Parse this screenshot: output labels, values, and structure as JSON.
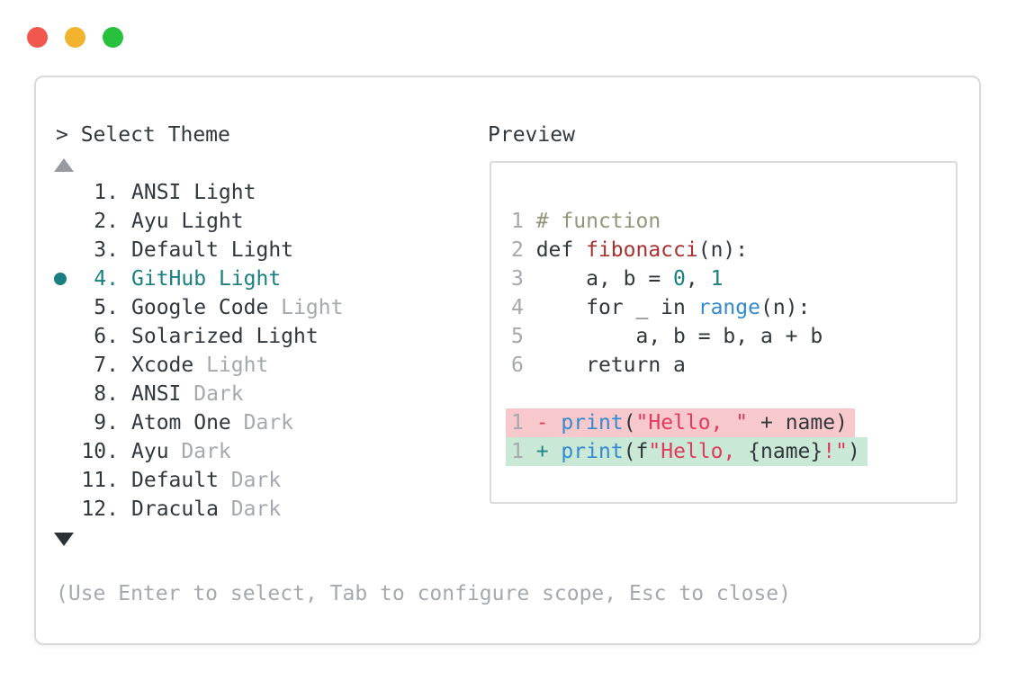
{
  "colors": {
    "traffic_red": "#f2574f",
    "traffic_yellow": "#f2b42e",
    "traffic_green": "#27c13e",
    "accent_teal": "#1a7f80",
    "text_dark": "#32373c",
    "text_muted": "#a5a9ad",
    "diff_removed_bg": "#f8c9cc",
    "diff_added_bg": "#c9e8d6",
    "syntax": {
      "comment": "#94967b",
      "function_red": "#a93130",
      "number_teal": "#1a7f80",
      "call_blue": "#338ace",
      "string_crimson": "#e23a5f",
      "diff_minus": "#d8435a",
      "diff_plus": "#1f8589",
      "line_number": "#a5a9ad",
      "code_dark": "#32373c"
    }
  },
  "picker": {
    "prompt": "> Select Theme",
    "scroll_up_icon": "triangle-up",
    "scroll_down_icon": "triangle-down",
    "items": [
      {
        "num": "1.",
        "name": "ANSI",
        "suffix": "Light",
        "muted_suffix": false,
        "selected": false
      },
      {
        "num": "2.",
        "name": "Ayu",
        "suffix": "Light",
        "muted_suffix": false,
        "selected": false
      },
      {
        "num": "3.",
        "name": "Default",
        "suffix": "Light",
        "muted_suffix": false,
        "selected": false
      },
      {
        "num": "4.",
        "name": "GitHub",
        "suffix": "Light",
        "muted_suffix": false,
        "selected": true
      },
      {
        "num": "5.",
        "name": "Google Code",
        "suffix": "Light",
        "muted_suffix": true,
        "selected": false
      },
      {
        "num": "6.",
        "name": "Solarized",
        "suffix": "Light",
        "muted_suffix": false,
        "selected": false
      },
      {
        "num": "7.",
        "name": "Xcode",
        "suffix": "Light",
        "muted_suffix": true,
        "selected": false
      },
      {
        "num": "8.",
        "name": "ANSI",
        "suffix": "Dark",
        "muted_suffix": true,
        "selected": false
      },
      {
        "num": "9.",
        "name": "Atom One",
        "suffix": "Dark",
        "muted_suffix": true,
        "selected": false
      },
      {
        "num": "10.",
        "name": "Ayu",
        "suffix": "Dark",
        "muted_suffix": true,
        "selected": false
      },
      {
        "num": "11.",
        "name": "Default",
        "suffix": "Dark",
        "muted_suffix": true,
        "selected": false
      },
      {
        "num": "12.",
        "name": "Dracula",
        "suffix": "Dark",
        "muted_suffix": true,
        "selected": false
      }
    ],
    "hint": "(Use Enter to select, Tab to configure scope, Esc to close)"
  },
  "preview": {
    "title": "Preview",
    "lines": [
      {
        "num": "1",
        "tokens": [
          [
            "# function",
            "comment"
          ]
        ]
      },
      {
        "num": "2",
        "tokens": [
          [
            "def ",
            "code_dark"
          ],
          [
            "fibonacci",
            "function_red"
          ],
          [
            "(n):",
            "code_dark"
          ]
        ]
      },
      {
        "num": "3",
        "tokens": [
          [
            "    a, b = ",
            "code_dark"
          ],
          [
            "0",
            "number_teal"
          ],
          [
            ", ",
            "code_dark"
          ],
          [
            "1",
            "number_teal"
          ]
        ]
      },
      {
        "num": "4",
        "tokens": [
          [
            "    for _ in ",
            "code_dark"
          ],
          [
            "range",
            "call_blue"
          ],
          [
            "(n):",
            "code_dark"
          ]
        ]
      },
      {
        "num": "5",
        "tokens": [
          [
            "        a, b = b, a + b",
            "code_dark"
          ]
        ]
      },
      {
        "num": "6",
        "tokens": [
          [
            "    return a",
            "code_dark"
          ]
        ]
      },
      {
        "blank": true
      },
      {
        "num": "1",
        "diff": "removed",
        "tokens": [
          [
            "-",
            "diff_minus"
          ],
          [
            " ",
            "code_dark"
          ],
          [
            "print",
            "call_blue"
          ],
          [
            "(",
            "code_dark"
          ],
          [
            "\"Hello, \"",
            "string_crimson"
          ],
          [
            " + name)",
            "code_dark"
          ]
        ]
      },
      {
        "num": "1",
        "diff": "added",
        "tokens": [
          [
            "+",
            "diff_plus"
          ],
          [
            " ",
            "code_dark"
          ],
          [
            "print",
            "call_blue"
          ],
          [
            "(f",
            "code_dark"
          ],
          [
            "\"Hello, ",
            "string_crimson"
          ],
          [
            "{name}",
            "code_dark"
          ],
          [
            "!\"",
            "string_crimson"
          ],
          [
            ")",
            "code_dark"
          ]
        ]
      }
    ]
  }
}
